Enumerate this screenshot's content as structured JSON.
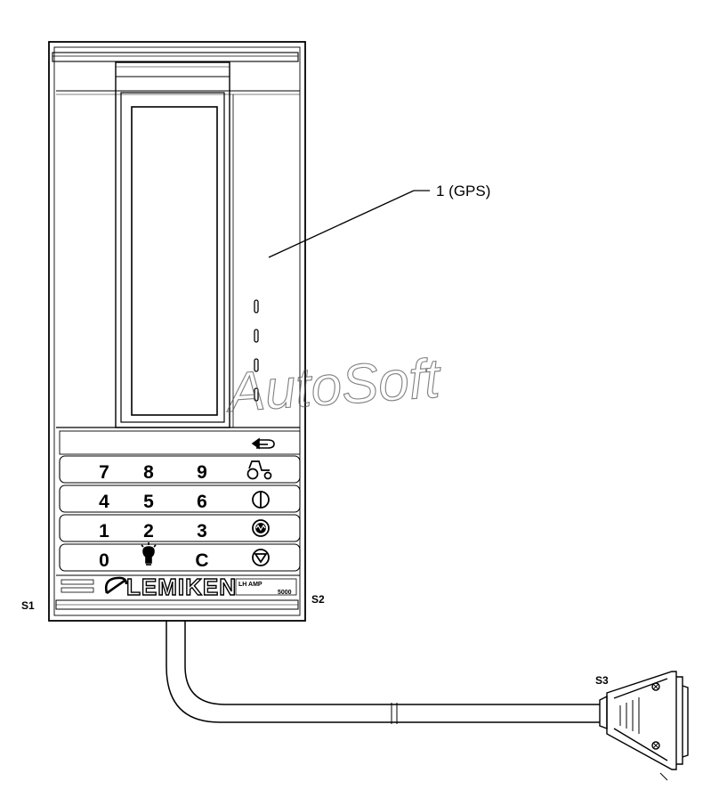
{
  "callout": {
    "label": "1 (GPS)"
  },
  "connectors": {
    "s1": "S1",
    "s2": "S2",
    "s3": "S3"
  },
  "keypad": {
    "rows": [
      [
        "7",
        "8",
        "9"
      ],
      [
        "4",
        "5",
        "6"
      ],
      [
        "1",
        "2",
        "3"
      ],
      [
        "0",
        "",
        "C"
      ]
    ],
    "icons": [
      "tractor-icon",
      "half-circle-icon",
      "wave-circle-icon",
      "stop-triangle-icon",
      "bulb-icon",
      "return-arrow-icon"
    ]
  },
  "brand": {
    "name": "LEMIKEN",
    "model": "LH AMP",
    "sub": "5000"
  },
  "watermark": {
    "text": "AutoSoft"
  }
}
